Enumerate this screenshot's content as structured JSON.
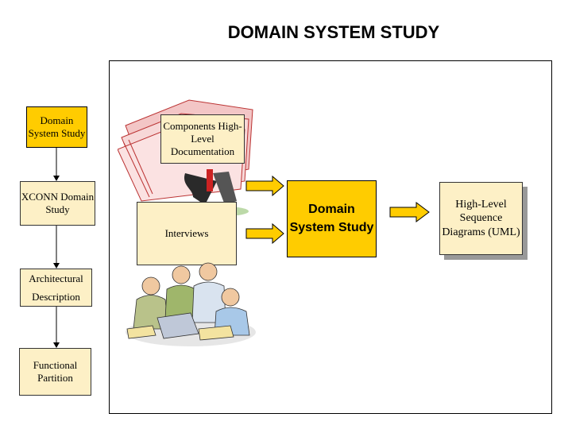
{
  "title": "DOMAIN SYSTEM STUDY",
  "left_column": {
    "box1": "Domain System Study",
    "box2": "XCONN Domain Study",
    "box3_line1": "Architectural",
    "box3_line2": "Description",
    "box4": "Functional Partition"
  },
  "inputs": {
    "components": "Components High-Level Documentation",
    "interviews": "Interviews"
  },
  "center_box": "Domain System Study",
  "output_box": "High-Level Sequence Diagrams (UML)",
  "colors": {
    "box_fill": "#fdf0c6",
    "gold": "#ffcc00",
    "arrow_fill": "#ffcc00"
  },
  "icons": [
    "documents-clipart-icon",
    "team-meeting-clipart-icon"
  ]
}
